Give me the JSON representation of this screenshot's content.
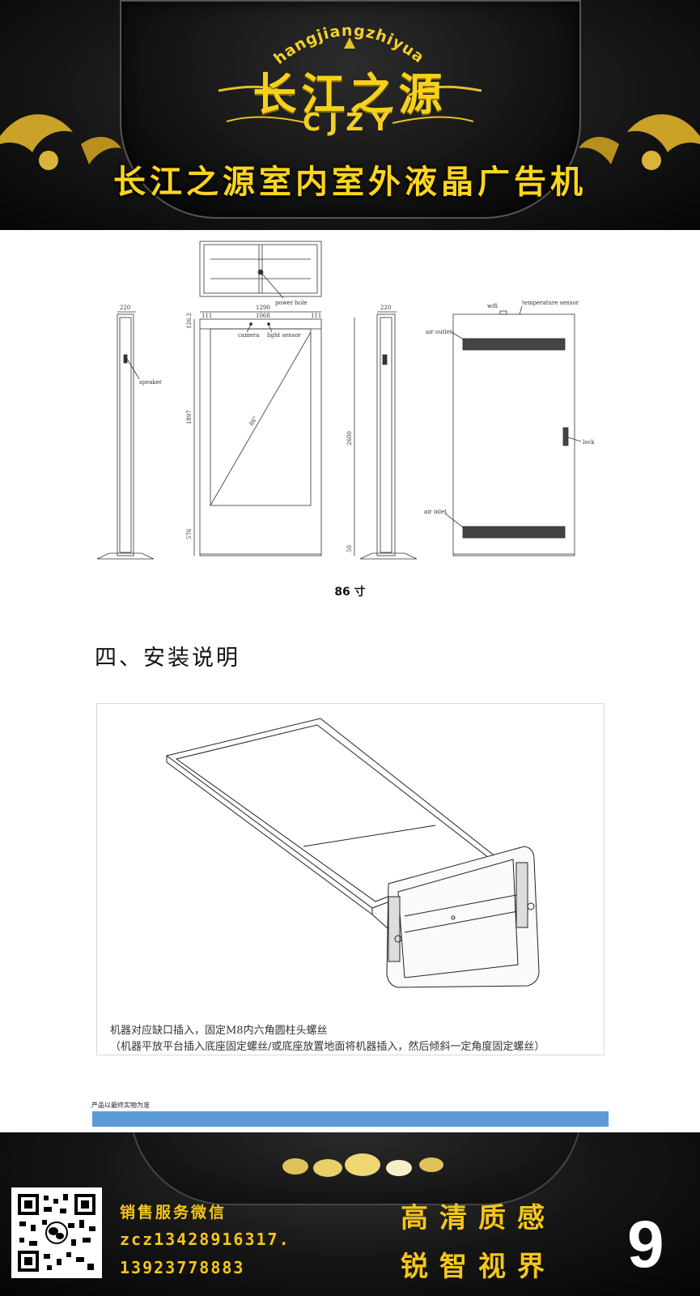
{
  "header": {
    "brand_pinyin": "changjiangzhiyuan",
    "brand_name": "长江之源",
    "brand_code": "CJZY",
    "headline": "长江之源室内室外液晶广告机"
  },
  "drawing": {
    "dims": {
      "top_width": "1290",
      "inner_width": "1068",
      "side_margin_left": "111",
      "side_margin_right": "111",
      "depth_left": "220",
      "depth_right": "220",
      "top_offset": "126.2",
      "screen_height": "1897",
      "bottom_height": "576",
      "total_height": "2600",
      "base_height": "50",
      "diagonal": "86\""
    },
    "labels": {
      "power_hole": "power hole",
      "camera": "camera",
      "light_sensor": "light sensor",
      "speaker": "speaker",
      "wifi": "wifi",
      "temperature_sensor": "temperature sensor",
      "air_outlet": "air outlet",
      "lock": "lock",
      "air_inlet": "air inlet"
    },
    "size_caption": "86 寸"
  },
  "install": {
    "section_title": "四、安装说明",
    "line1": "机器对应缺口插入，固定M8内六角圆柱头螺丝",
    "line2": "（机器平放平台插入底座固定螺丝/或底座放置地面将机器插入，然后倾斜一定角度固定螺丝）"
  },
  "footnote": "产品以最终实物为准",
  "footer": {
    "contact_label": "销售服务微信",
    "wechat": "zcz13428916317.",
    "phone": "13923778883",
    "slogan_line1": "高清质感",
    "slogan_line2": "锐智视界",
    "page_number": "9"
  },
  "colors": {
    "gold": "#f6c61a",
    "banner_dark": "#0a0a0a",
    "blue_bar": "#5b9ad8"
  }
}
